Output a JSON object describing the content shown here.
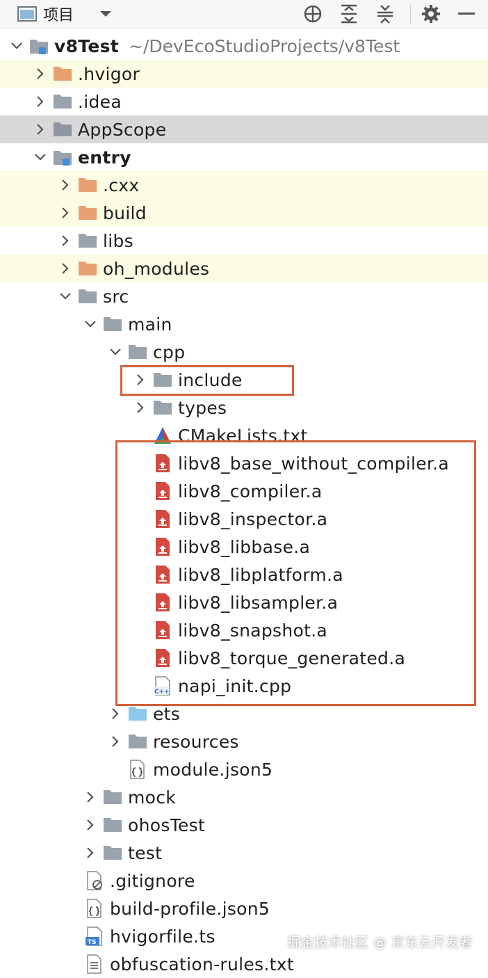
{
  "toolbar": {
    "title": "项目"
  },
  "project": {
    "name": "v8Test",
    "path": "~/DevEcoStudioProjects/v8Test"
  },
  "tree": {
    "hvigor": ".hvigor",
    "idea": ".idea",
    "appscope": "AppScope",
    "entry": "entry",
    "cxx": ".cxx",
    "build": "build",
    "libs": "libs",
    "oh_modules": "oh_modules",
    "src": "src",
    "main": "main",
    "cpp": "cpp",
    "include": "include",
    "types": "types",
    "cmakelists": "CMakeLists.txt",
    "lib_files": [
      "libv8_base_without_compiler.a",
      "libv8_compiler.a",
      "libv8_inspector.a",
      "libv8_libbase.a",
      "libv8_libplatform.a",
      "libv8_libsampler.a",
      "libv8_snapshot.a",
      "libv8_torque_generated.a"
    ],
    "napi_init": "napi_init.cpp",
    "cpp_badge": "C++",
    "ets": "ets",
    "resources": "resources",
    "module_json": "module.json5",
    "mock": "mock",
    "ohosTest": "ohosTest",
    "test": "test",
    "gitignore": ".gitignore",
    "build_profile": "build-profile.json5",
    "hvigorfile": "hvigorfile.ts",
    "ts_badge": "TS",
    "obfuscation": "obfuscation-rules.txt"
  },
  "watermark": "掘金技术社区 @ 京东云开发者",
  "colors": {
    "folder_gray": "#9aa3ab",
    "folder_orange": "#e8a070",
    "folder_blue": "#8ec8ea",
    "highlight_box": "#d2613d",
    "row_yellow": "#fcfbe3",
    "row_gray": "#d8d8d8",
    "lib_red": "#d24a40"
  },
  "icons": {
    "project": "project-view-icon",
    "dropdown": "chevron-down-icon",
    "locate": "crosshair-icon",
    "expand": "expand-all-icon",
    "collapse": "collapse-all-icon",
    "settings": "gear-icon",
    "hide": "minimize-icon"
  }
}
